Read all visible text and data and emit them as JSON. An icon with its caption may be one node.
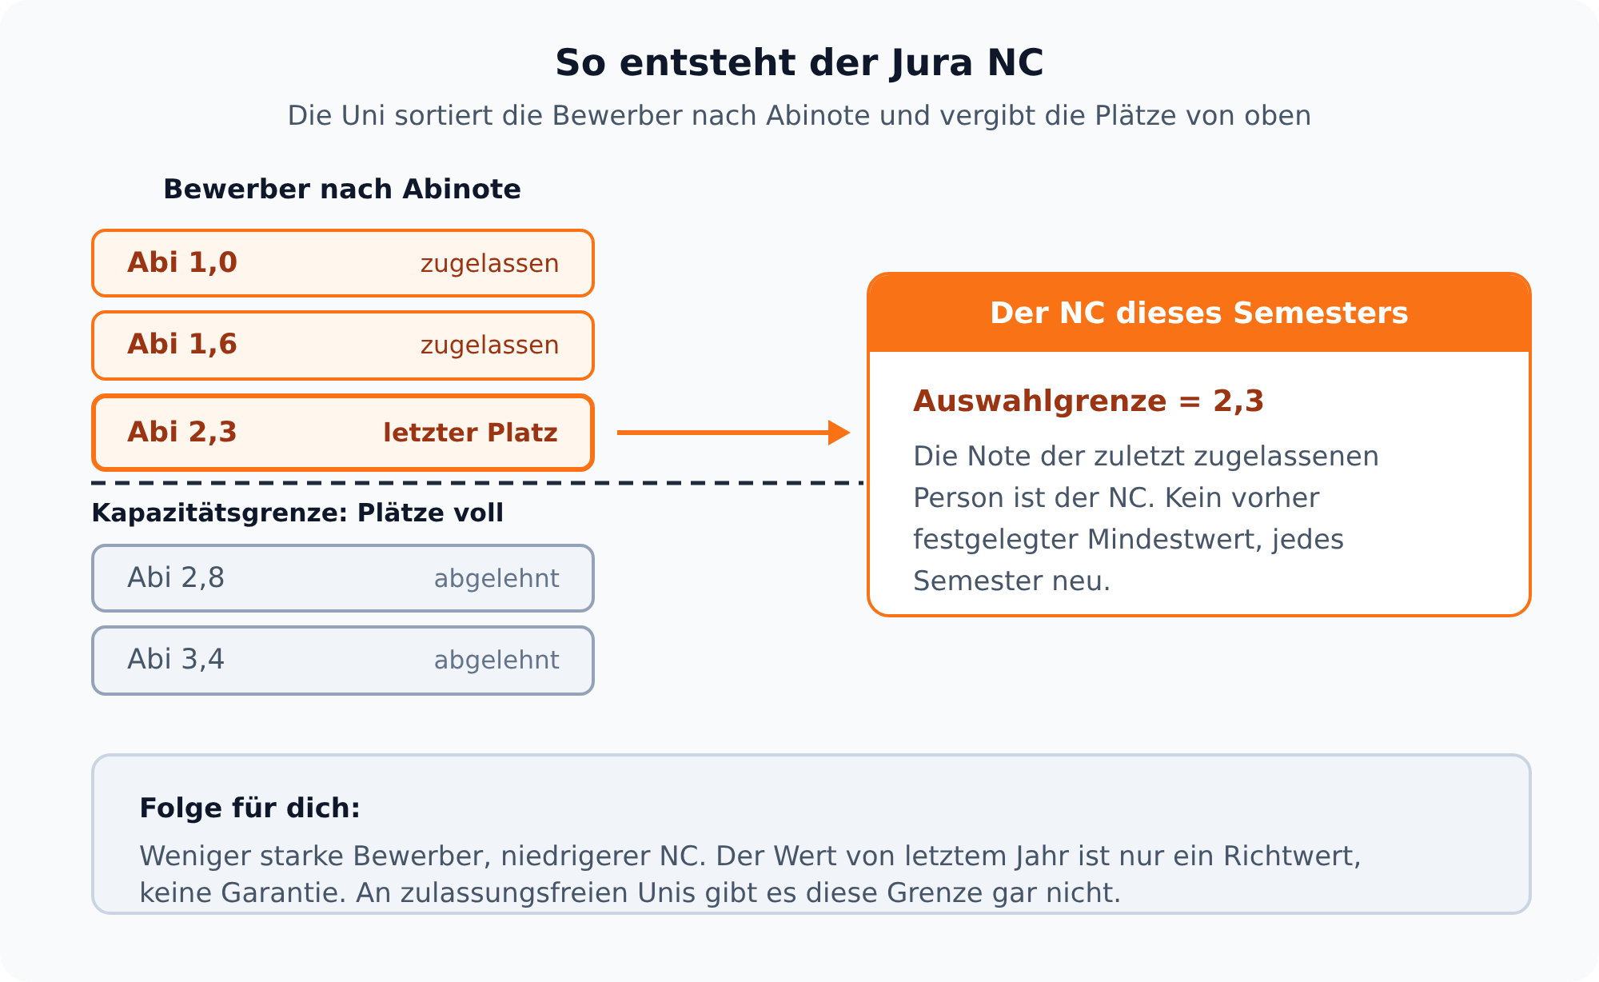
{
  "diagram": {
    "title": "So entsteht der Jura NC",
    "nodes": [
      {
        "text": [
          "Abi 1,0",
          "zugelassen"
        ]
      },
      {
        "text": [
          "Abi 1,6",
          "zugelassen"
        ]
      },
      {
        "text": [
          "Abi 2,3",
          "letzter Platz"
        ]
      },
      {
        "text": [
          "Abi 2,8",
          "abgelehnt"
        ]
      },
      {
        "text": [
          "Abi 3,4",
          "abgelehnt"
        ]
      },
      {
        "text": [
          "Der NC dieses Semesters",
          "Auswahlgrenze = 2,3",
          "Die Note der zuletzt zugelassenen Person ist der NC. Kein vorher festgelegter Mindestwert, jedes Semester neu."
        ]
      },
      {
        "text": [
          "Folge für dich:",
          "Weniger starke Bewerber, niedrigerer NC. Der Wert von letztem Jahr ist nur ein Richtwert, keine Garantie. An zulassungsfreien Unis gibt es diese Grenze gar nicht."
        ]
      }
    ],
    "edges": [
      {
        "from": 2,
        "to": 5,
        "arrow": "to"
      }
    ],
    "labels": [
      "Die Uni sortiert die Bewerber nach Abinote und vergibt die Plätze von oben",
      "Bewerber nach Abinote",
      "Kapazitätsgrenze: Plätze voll"
    ]
  }
}
